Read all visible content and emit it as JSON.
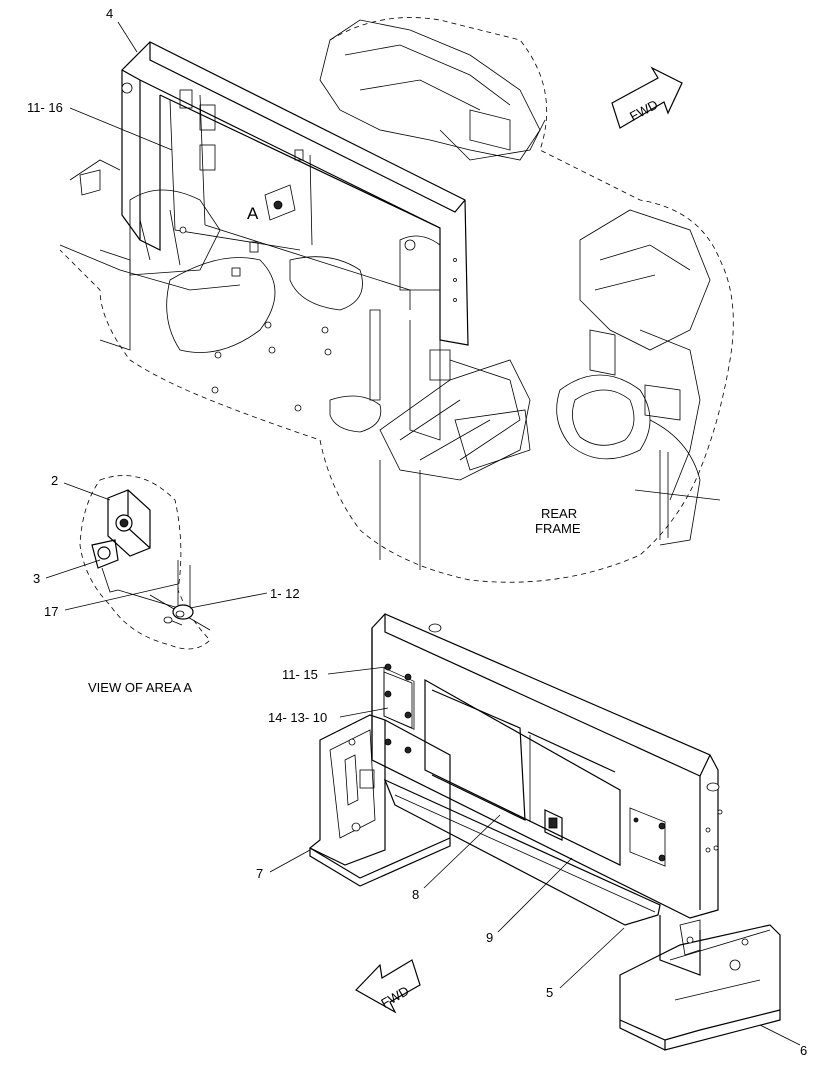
{
  "callouts": {
    "c4": "4",
    "c11_16": "11- 16",
    "cA": "A",
    "c2": "2",
    "c3": "3",
    "c17": "17",
    "c1_12": "1- 12",
    "c11_15": "11- 15",
    "c14_13_10": "14- 13- 10",
    "c7": "7",
    "c8": "8",
    "c9": "9",
    "c5": "5",
    "c6": "6"
  },
  "labels": {
    "fwd_top": "FWD",
    "fwd_bottom": "FWD",
    "rear_frame_line1": "REAR",
    "rear_frame_line2": "FRAME",
    "view_of_area": "VIEW OF AREA A"
  }
}
